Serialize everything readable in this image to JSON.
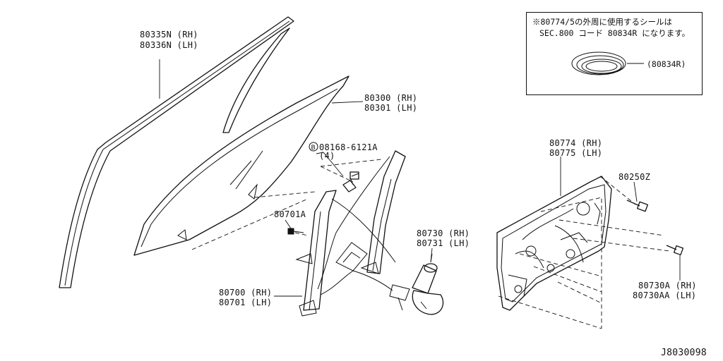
{
  "diagram_id": "J8030098",
  "note": {
    "line1": "※80774/5の外周に使用するシールは",
    "line2": "SEC.800 コード 80834R になります。",
    "seal_callout": "(80834R)"
  },
  "parts": {
    "sash": {
      "rh": "80335N (RH)",
      "lh": "80336N (LH)"
    },
    "glass": {
      "rh": "80300 (RH)",
      "lh": "80301 (LH)"
    },
    "bolt_a": {
      "code": "08168-6121A",
      "qty": "(4)",
      "symbol": "B"
    },
    "clip": {
      "code": "80701A"
    },
    "regulator": {
      "rh": "80700 (RH)",
      "lh": "80701 (LH)"
    },
    "motor": {
      "rh": "80730 (RH)",
      "lh": "80731 (LH)"
    },
    "panel": {
      "rh": "80774 (RH)",
      "lh": "80775 (LH)"
    },
    "bolt_b": {
      "code": "80250Z"
    },
    "motor_alt": {
      "rh": "80730A (RH)",
      "lh": "80730AA (LH)"
    }
  }
}
